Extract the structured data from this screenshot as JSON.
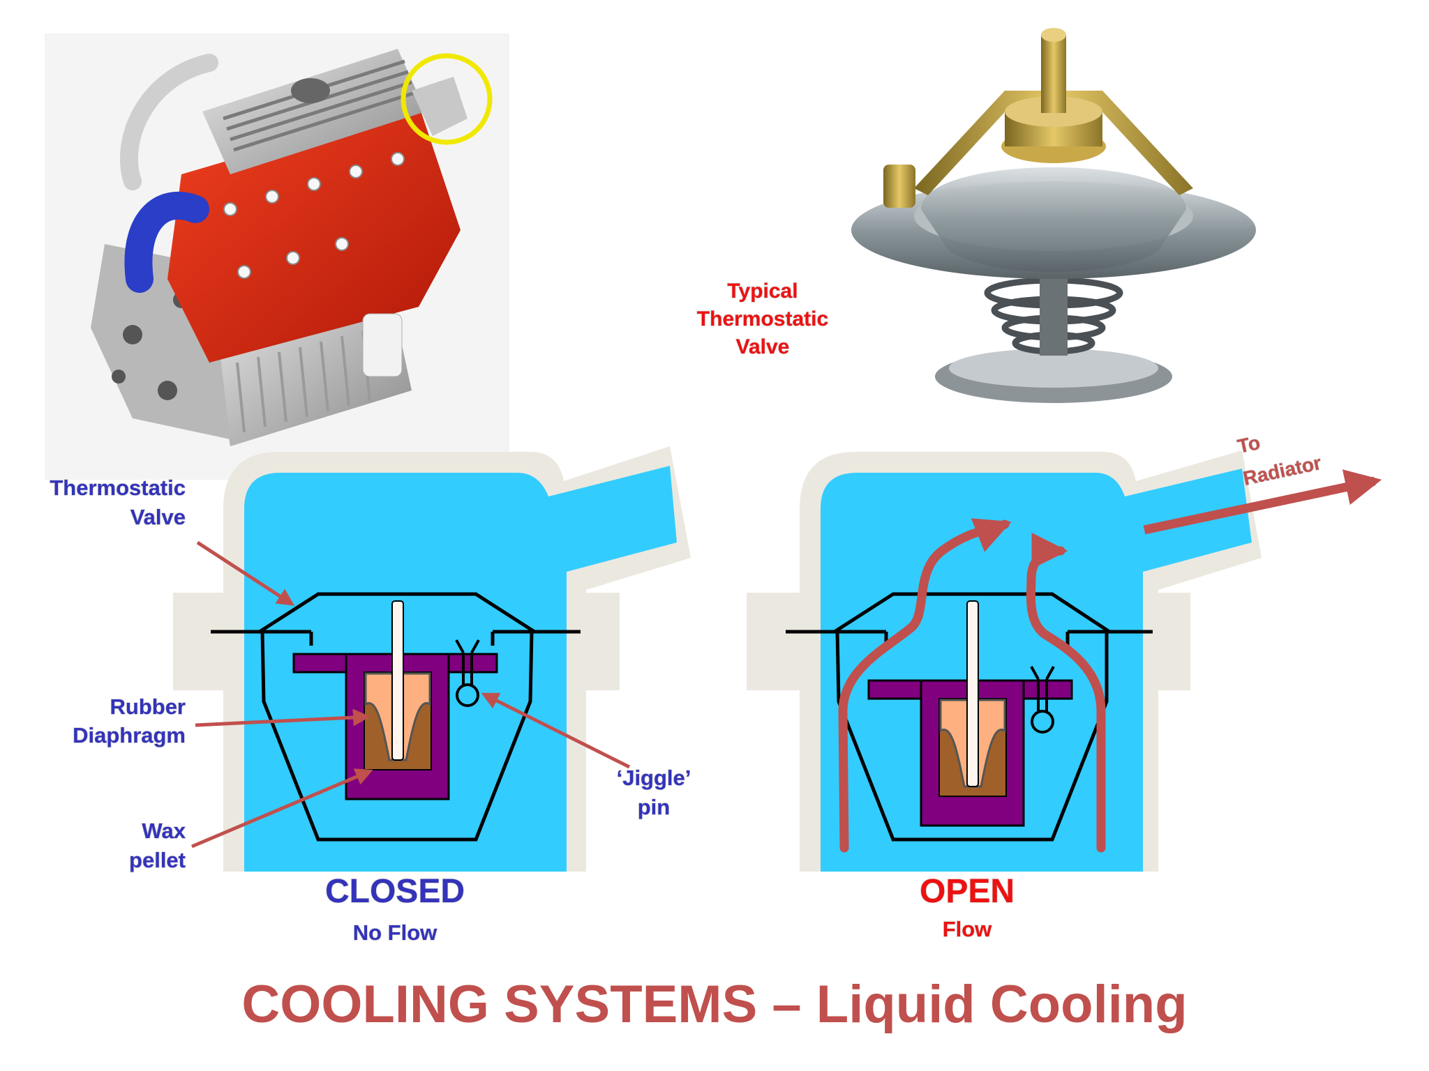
{
  "title": "COOLING SYSTEMS – Liquid Cooling",
  "photos": {
    "engine": {
      "icon": "engine-photo"
    },
    "thermostat": {
      "icon": "thermostat-photo",
      "caption": [
        "Typical",
        "Thermostatic",
        "Valve"
      ]
    }
  },
  "closed_diagram": {
    "state": "CLOSED",
    "flow": "No Flow",
    "labels": {
      "valve": [
        "Thermostatic",
        "Valve"
      ],
      "diaphragm": [
        "Rubber",
        "Diaphragm"
      ],
      "wax": [
        "Wax",
        "pellet"
      ],
      "jiggle": [
        "‘Jiggle’",
        "pin"
      ]
    }
  },
  "open_diagram": {
    "state": "OPEN",
    "flow": "Flow",
    "radiator": [
      "To",
      "Radiator"
    ]
  },
  "colors": {
    "coolant": "#33ccff",
    "housing": "#ebe8e0",
    "valve_body": "#800080",
    "wax": "#a0602a",
    "diaphragm": "#ffb080",
    "flow_arrow": "#c0504d",
    "title": "#c0504d",
    "label_blue": "#3333bb",
    "label_red": "#ee1111"
  }
}
